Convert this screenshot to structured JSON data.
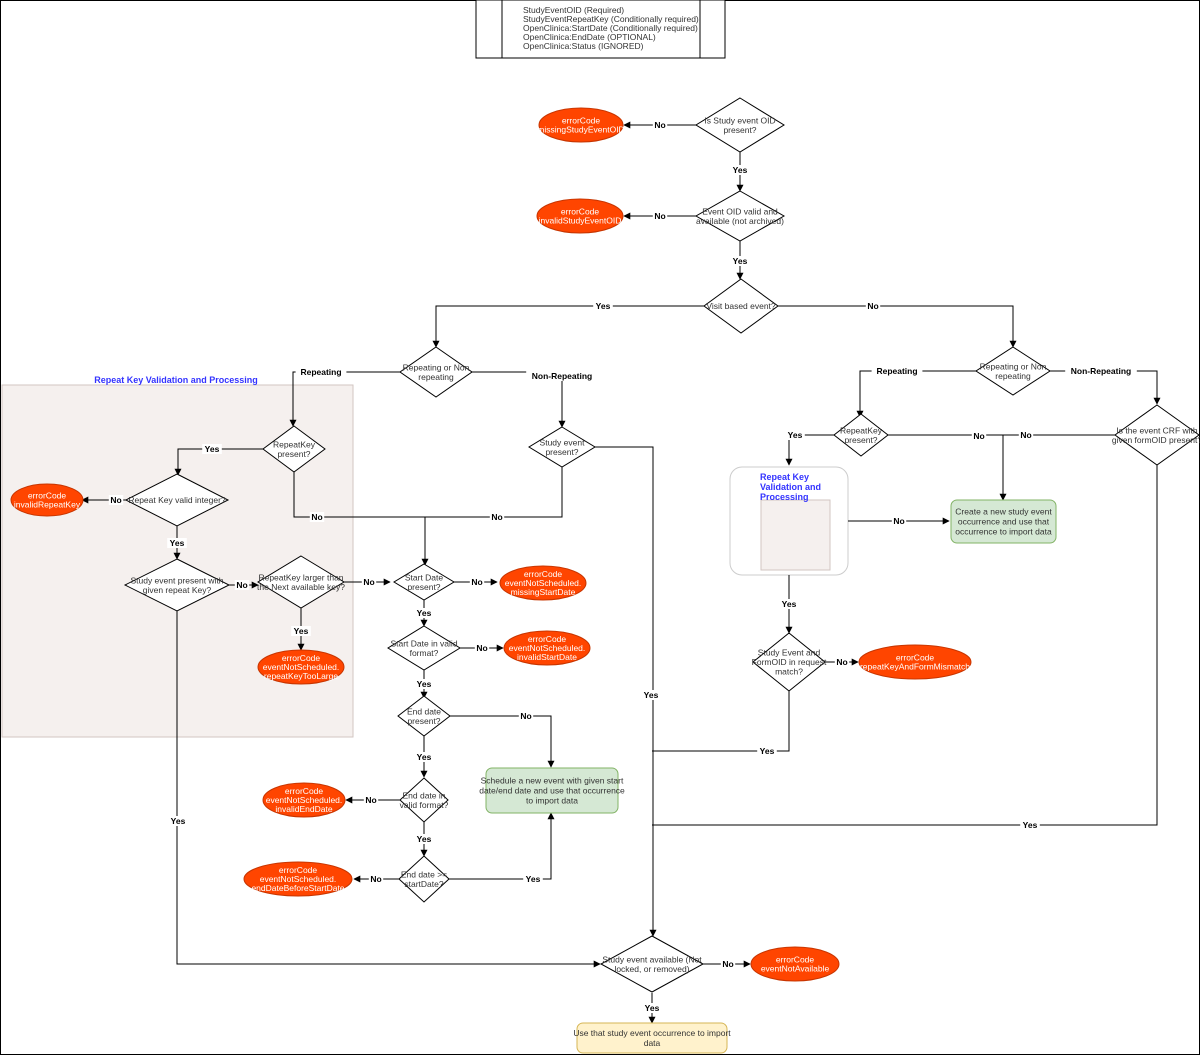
{
  "header_box": {
    "lines": [
      "StudyEventOID (Required)",
      "StudyEventRepeatKey (Conditionally required)",
      "OpenClinica:StartDate (Conditionally required)",
      "OpenClinica:EndDate (OPTIONAL)",
      "OpenClinica:Status (IGNORED)"
    ]
  },
  "groups": {
    "left_title": "Repeat Key Validation and Processing",
    "right_title": [
      "Repeat Key",
      "Validation and",
      "Processing"
    ]
  },
  "decisions": {
    "oid_present": [
      "Is Study event OID",
      "present?"
    ],
    "oid_valid": [
      "Event OID valid and",
      "available (not archived)"
    ],
    "visit_based": [
      "Visit based event?"
    ],
    "rep_left": [
      "Repeating or Non",
      "repeating"
    ],
    "rep_right": [
      "Repeating or Non",
      "repeating"
    ],
    "rk_present_left": [
      "RepeatKey",
      "present?"
    ],
    "rk_integer": [
      "Repeat Key valid integer?"
    ],
    "se_with_key": [
      "Study event present with",
      "given repeat Key?"
    ],
    "rk_larger": [
      "RepeatKey larger than",
      "the Next available key?"
    ],
    "se_present": [
      "Study event",
      "present?"
    ],
    "start_present": [
      "Start Date",
      "present?"
    ],
    "start_valid": [
      "Start Date in valid",
      "format?"
    ],
    "end_present": [
      "End date",
      "present?"
    ],
    "end_valid": [
      "End date in",
      "valid format?"
    ],
    "end_after": [
      "End date >=",
      "startDate?"
    ],
    "se_available": [
      "Study event available (Not",
      "locked, or removed)"
    ],
    "rk_present_right": [
      "RepeatKey",
      "present?"
    ],
    "crf_present": [
      "Is the event CRF with",
      "given formOID present?"
    ],
    "se_form_match": [
      "Study Event and",
      "FormOID in request",
      "match?"
    ]
  },
  "errors": {
    "missing_oid": [
      "errorCode",
      "missingStudyEventOID"
    ],
    "invalid_oid": [
      "errorCode",
      "invalidStudyEventOID"
    ],
    "invalid_rk": [
      "errorCode",
      "invalidRepeatKey"
    ],
    "rk_too_large": [
      "errorCode",
      "eventNotScheduled.",
      "repeatKeyTooLarge"
    ],
    "missing_start": [
      "errorCode",
      "eventNotScheduled.",
      "missingStartDate"
    ],
    "invalid_start": [
      "errorCode",
      "eventNotScheduled.",
      "invalidStartDate"
    ],
    "invalid_end": [
      "errorCode",
      "eventNotScheduled.",
      "invalidEndDate"
    ],
    "end_before_start": [
      "errorCode",
      "eventNotScheduled.",
      "endDateBeforeStartDate"
    ],
    "not_available": [
      "errorCode",
      "eventNotAvailable"
    ],
    "form_mismatch": [
      "errorCode",
      "repeatKeyAndFormMismatch"
    ]
  },
  "actions": {
    "schedule_new": [
      "Schedule a new event with given start",
      "date/end date and use that occurrence",
      "to import data"
    ],
    "create_new": [
      "Create a new study event",
      "occurrence and use that",
      "occurrence to import data"
    ],
    "use_occurrence": [
      "Use that study event  occurrence to import",
      "data"
    ]
  },
  "edge_labels": {
    "no": "No",
    "yes": "Yes",
    "repeating": "Repeating",
    "non_repeating": "Non-Repeating"
  },
  "colors": {
    "error_fill": "#ff4500",
    "error_stroke": "#c73500",
    "action_fill": "#d5e8d4",
    "action_stroke": "#82b366",
    "final_fill": "#fff2cc",
    "final_stroke": "#d6b656",
    "group_fill": "#f5f0ee",
    "group_stroke": "#d2c6c2",
    "accent_blue": "#3333ff"
  }
}
